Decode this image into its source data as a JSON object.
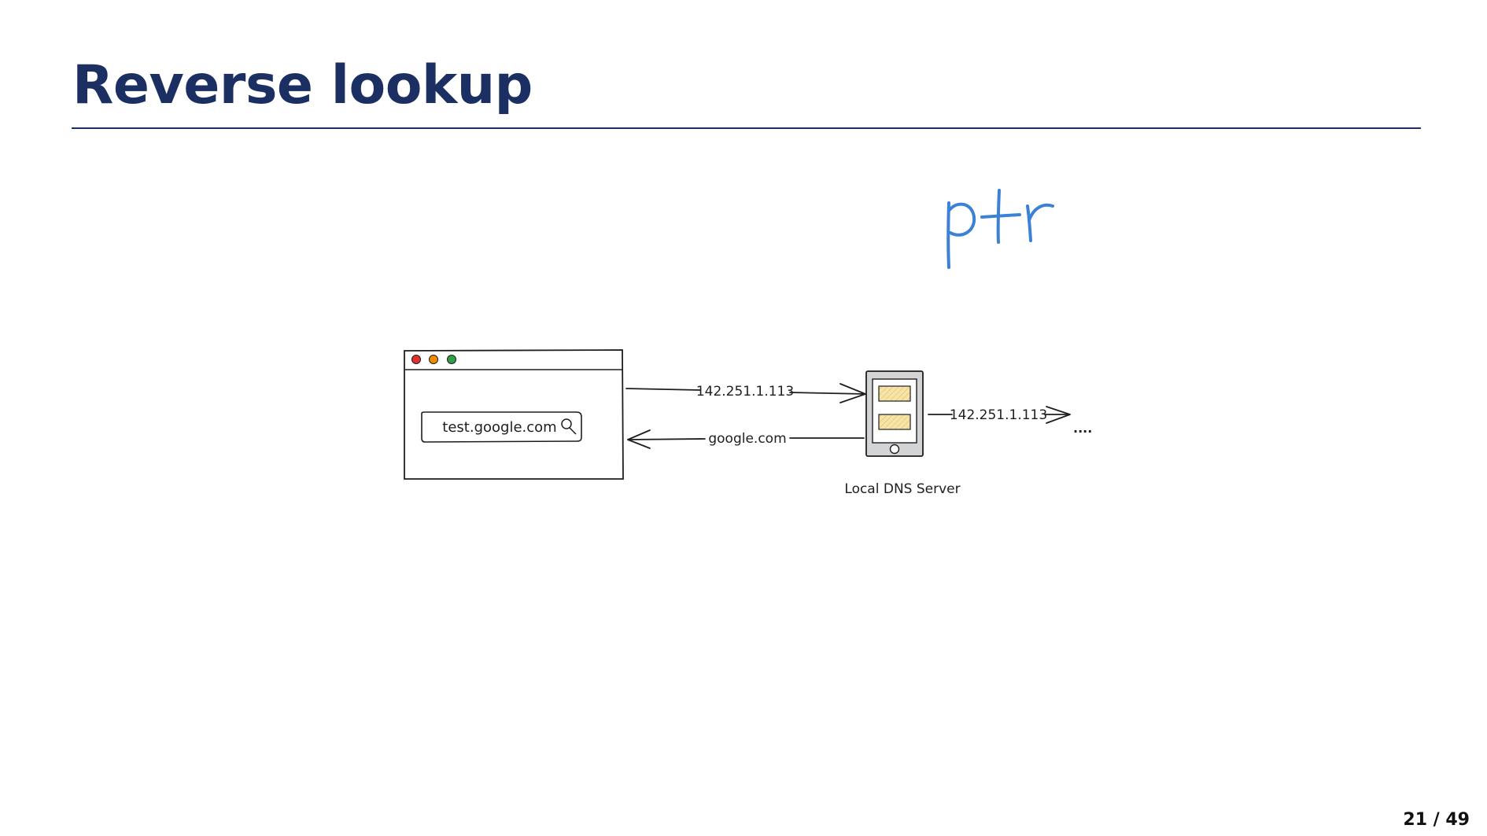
{
  "slide": {
    "title": "Reverse lookup",
    "page_number": "21 / 49"
  },
  "diagram": {
    "annotation": "ptr",
    "browser": {
      "address_value": "test.google.com",
      "window_dots": [
        "#e03131",
        "#f08c00",
        "#2f9e44"
      ]
    },
    "request_label": "142.251.1.113",
    "response_label": "google.com",
    "server_label": "Local DNS Server",
    "forward_label": "142.251.1.113",
    "continuation": "....",
    "colors": {
      "ink": "#1e1e1e",
      "annotation": "#3b82d6",
      "server_body": "#d3d4d6",
      "server_slot": "#f6e3a8"
    }
  }
}
